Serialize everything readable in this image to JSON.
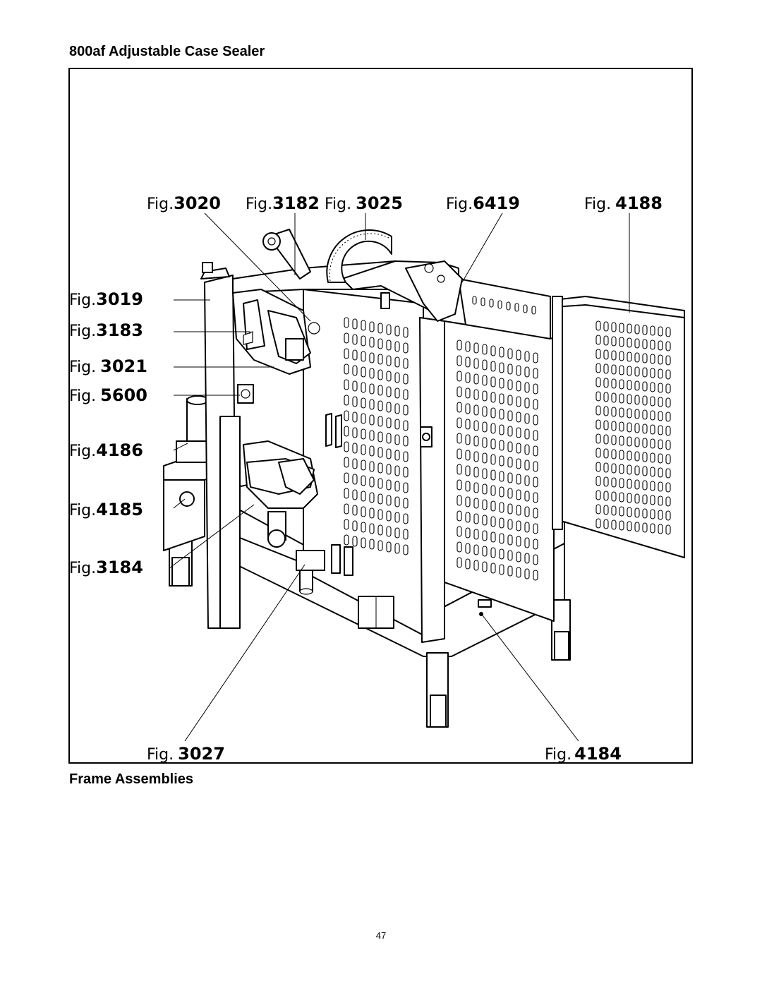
{
  "header": {
    "title": "800af Adjustable Case Sealer"
  },
  "footer": {
    "section_title": "Frame Assemblies",
    "page_number": "47"
  },
  "figure_labels": [
    {
      "prefix": "Fig.",
      "number": "3020"
    },
    {
      "prefix": "Fig.",
      "number": "3182"
    },
    {
      "prefix": "Fig.",
      "number": "3025"
    },
    {
      "prefix": "Fig.",
      "number": "6419"
    },
    {
      "prefix": "Fig.",
      "number": "4188"
    },
    {
      "prefix": "Fig.",
      "number": "3019"
    },
    {
      "prefix": "Fig.",
      "number": "3183"
    },
    {
      "prefix": "Fig.",
      "number": "3021"
    },
    {
      "prefix": "Fig.",
      "number": "5600"
    },
    {
      "prefix": "Fig.",
      "number": "4186"
    },
    {
      "prefix": "Fig.",
      "number": "4185"
    },
    {
      "prefix": "Fig.",
      "number": "3184"
    },
    {
      "prefix": "Fig.",
      "number": "3027"
    },
    {
      "prefix": "Fig.",
      "number": "4184"
    }
  ]
}
